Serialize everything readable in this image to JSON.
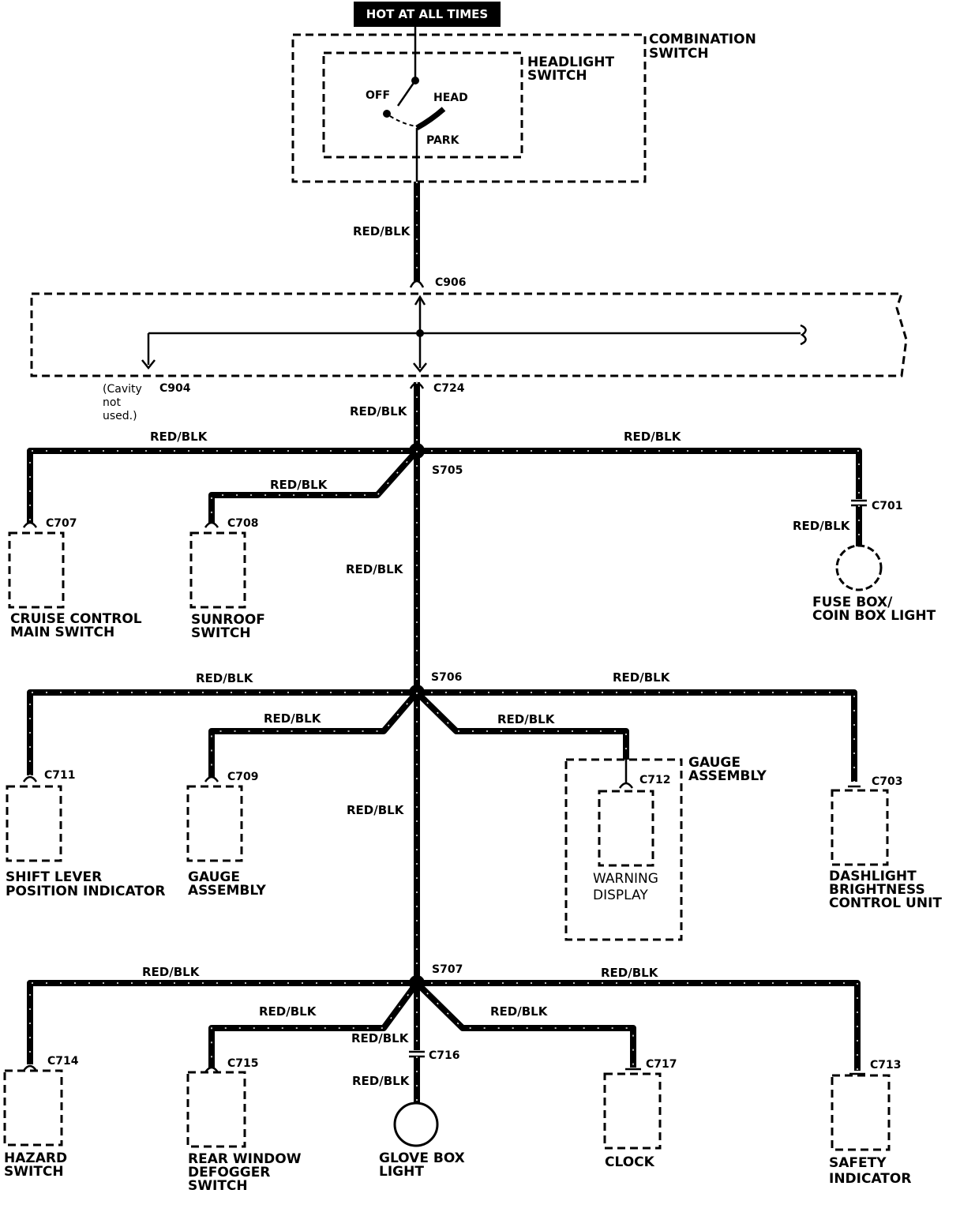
{
  "header": {
    "power_label": "HOT AT ALL TIMES"
  },
  "wire_color": "RED/BLK",
  "combination_switch": {
    "label_line1": "COMBINATION",
    "label_line2": "SWITCH",
    "headlight_switch_line1": "HEADLIGHT",
    "headlight_switch_line2": "SWITCH",
    "positions": {
      "off": "OFF",
      "head": "HEAD",
      "park": "PARK"
    }
  },
  "connectors": {
    "c906": "C906",
    "c904": "C904",
    "c724": "C724",
    "c707": "C707",
    "c708": "C708",
    "c701": "C701",
    "c711": "C711",
    "c709": "C709",
    "c712": "C712",
    "c703": "C703",
    "c714": "C714",
    "c715": "C715",
    "c716": "C716",
    "c717": "C717",
    "c713": "C713"
  },
  "splices": {
    "s705": "S705",
    "s706": "S706",
    "s707": "S707"
  },
  "cavity_note": {
    "line1": "(Cavity",
    "line2": "not",
    "line3": "used.)"
  },
  "components": {
    "cruise_control": {
      "line1": "CRUISE CONTROL",
      "line2": "MAIN SWITCH"
    },
    "sunroof": {
      "line1": "SUNROOF",
      "line2": "SWITCH"
    },
    "fuse_box": {
      "line1": "FUSE BOX/",
      "line2": "COIN BOX LIGHT"
    },
    "shift_lever": {
      "line1": "SHIFT LEVER",
      "line2": "POSITION INDICATOR"
    },
    "gauge_assembly_left": {
      "line1": "GAUGE",
      "line2": "ASSEMBLY"
    },
    "gauge_assembly_box": {
      "line1": "GAUGE",
      "line2": "ASSEMBLY"
    },
    "warning_display": {
      "line1": "WARNING",
      "line2": "DISPLAY"
    },
    "dashlight": {
      "line1": "DASHLIGHT",
      "line2": "BRIGHTNESS",
      "line3": "CONTROL UNIT"
    },
    "hazard": {
      "line1": "HAZARD",
      "line2": "SWITCH"
    },
    "rear_window": {
      "line1": "REAR WINDOW",
      "line2": "DEFOGGER",
      "line3": "SWITCH"
    },
    "glove_box": {
      "line1": "GLOVE BOX",
      "line2": "LIGHT"
    },
    "clock": {
      "line1": "CLOCK"
    },
    "safety": {
      "line1": "SAFETY",
      "line2": "INDICATOR"
    }
  },
  "wire_labels": {
    "main_top": "RED/BLK",
    "main_c724": "RED/BLK",
    "s705_left": "RED/BLK",
    "s705_sunroof": "RED/BLK",
    "s705_right": "RED/BLK",
    "c701": "RED/BLK",
    "trunk_1": "RED/BLK",
    "s706_left": "RED/BLK",
    "s706_gauge": "RED/BLK",
    "s706_warning": "RED/BLK",
    "s706_right": "RED/BLK",
    "trunk_2": "RED/BLK",
    "s707_left": "RED/BLK",
    "s707_rear": "RED/BLK",
    "s707_glove": "RED/BLK",
    "c716_below": "RED/BLK",
    "s707_clock": "RED/BLK",
    "s707_right": "RED/BLK"
  }
}
